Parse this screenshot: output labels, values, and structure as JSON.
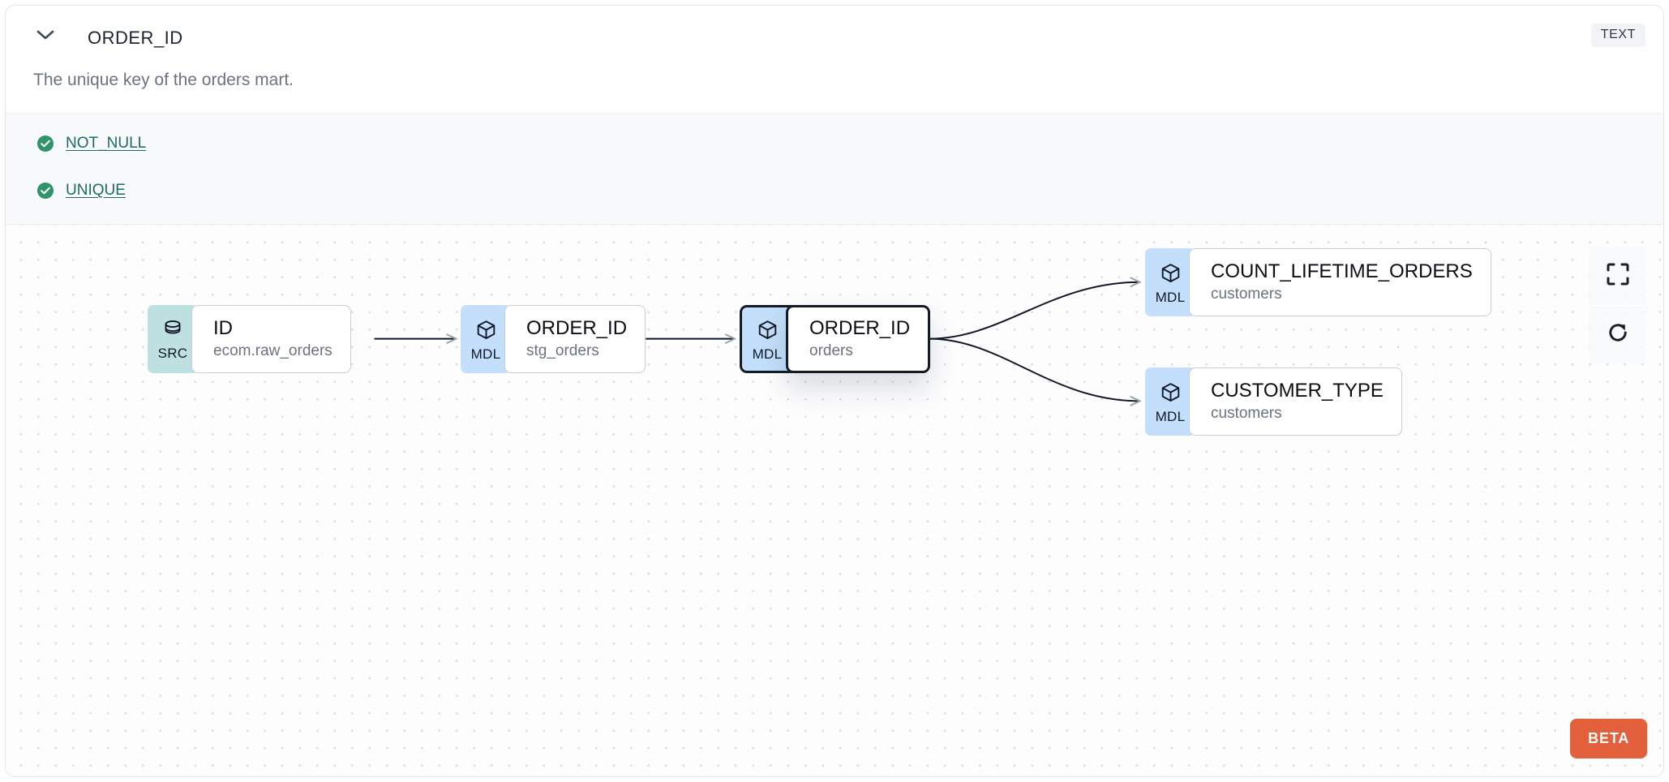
{
  "header": {
    "expand_icon": "chevron-down-icon",
    "column_name": "ORDER_ID",
    "data_type_badge": "TEXT",
    "description": "The unique key of the orders mart."
  },
  "tests": [
    {
      "icon": "check-circle-icon",
      "label": "NOT_NULL",
      "status": "pass"
    },
    {
      "icon": "check-circle-icon",
      "label": "UNIQUE",
      "status": "pass"
    }
  ],
  "lineage": {
    "nodes": [
      {
        "id": "src",
        "badge": "SRC",
        "badge_icon": "database-icon",
        "name": "ID",
        "source": "ecom.raw_orders",
        "selected": false
      },
      {
        "id": "stg",
        "badge": "MDL",
        "badge_icon": "cube-icon",
        "name": "ORDER_ID",
        "source": "stg_orders",
        "selected": false
      },
      {
        "id": "orders",
        "badge": "MDL",
        "badge_icon": "cube-icon",
        "name": "ORDER_ID",
        "source": "orders",
        "selected": true
      },
      {
        "id": "count",
        "badge": "MDL",
        "badge_icon": "cube-icon",
        "name": "COUNT_LIFETIME_ORDERS",
        "source": "customers",
        "selected": false
      },
      {
        "id": "custtype",
        "badge": "MDL",
        "badge_icon": "cube-icon",
        "name": "CUSTOMER_TYPE",
        "source": "customers",
        "selected": false
      }
    ],
    "edges": [
      {
        "from": "src",
        "to": "stg",
        "style": "straight"
      },
      {
        "from": "stg",
        "to": "orders",
        "style": "straight"
      },
      {
        "from": "orders",
        "to": "count",
        "style": "bezier"
      },
      {
        "from": "orders",
        "to": "custtype",
        "style": "bezier"
      }
    ],
    "controls": [
      {
        "id": "fit-view",
        "icon": "fullscreen-icon"
      },
      {
        "id": "reset",
        "icon": "refresh-icon"
      }
    ],
    "beta_label": "BETA"
  },
  "colors": {
    "src_badge": "#bfe0e0",
    "mdl_badge": "#c3dffb",
    "test_pass": "#2f9469",
    "test_link": "#1f6b63",
    "beta": "#e2613c",
    "selected_border": "#141a26",
    "tests_bg": "#f7f9fb"
  }
}
